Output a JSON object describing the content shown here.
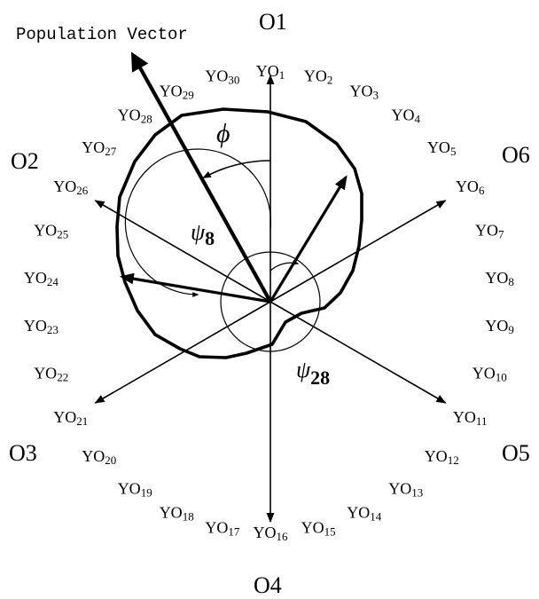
{
  "title": "Population Vector",
  "axes": [
    {
      "label": "O1",
      "angle_deg": 90
    },
    {
      "label": "O2",
      "angle_deg": 150
    },
    {
      "label": "O3",
      "angle_deg": 210
    },
    {
      "label": "O4",
      "angle_deg": 270
    },
    {
      "label": "O5",
      "angle_deg": 330
    },
    {
      "label": "O6",
      "angle_deg": 30
    }
  ],
  "yo_labels": [
    {
      "base": "YO",
      "sub": "1"
    },
    {
      "base": "YO",
      "sub": "2"
    },
    {
      "base": "YO",
      "sub": "3"
    },
    {
      "base": "YO",
      "sub": "4"
    },
    {
      "base": "YO",
      "sub": "5"
    },
    {
      "base": "YO",
      "sub": "6"
    },
    {
      "base": "YO",
      "sub": "7"
    },
    {
      "base": "YO",
      "sub": "8"
    },
    {
      "base": "YO",
      "sub": "9"
    },
    {
      "base": "YO",
      "sub": "10"
    },
    {
      "base": "YO",
      "sub": "11"
    },
    {
      "base": "YO",
      "sub": "12"
    },
    {
      "base": "YO",
      "sub": "13"
    },
    {
      "base": "YO",
      "sub": "14"
    },
    {
      "base": "YO",
      "sub": "15"
    },
    {
      "base": "YO",
      "sub": "16"
    },
    {
      "base": "YO",
      "sub": "17"
    },
    {
      "base": "YO",
      "sub": "18"
    },
    {
      "base": "YO",
      "sub": "19"
    },
    {
      "base": "YO",
      "sub": "20"
    },
    {
      "base": "YO",
      "sub": "21"
    },
    {
      "base": "YO",
      "sub": "22"
    },
    {
      "base": "YO",
      "sub": "23"
    },
    {
      "base": "YO",
      "sub": "24"
    },
    {
      "base": "YO",
      "sub": "25"
    },
    {
      "base": "YO",
      "sub": "26"
    },
    {
      "base": "YO",
      "sub": "27"
    },
    {
      "base": "YO",
      "sub": "28"
    },
    {
      "base": "YO",
      "sub": "29"
    },
    {
      "base": "YO",
      "sub": "30"
    }
  ],
  "angle_labels": {
    "phi": {
      "symbol": "ϕ",
      "sub": ""
    },
    "psi8": {
      "symbol": "ψ",
      "sub": "8"
    },
    "psi28": {
      "symbol": "ψ",
      "sub": "28"
    }
  },
  "vectors": {
    "population_angle_deg": 118,
    "psi8_angle_deg": 172,
    "psi28_angle_deg": 60
  },
  "colors": {
    "ink": "#000000",
    "background": "#ffffff"
  }
}
